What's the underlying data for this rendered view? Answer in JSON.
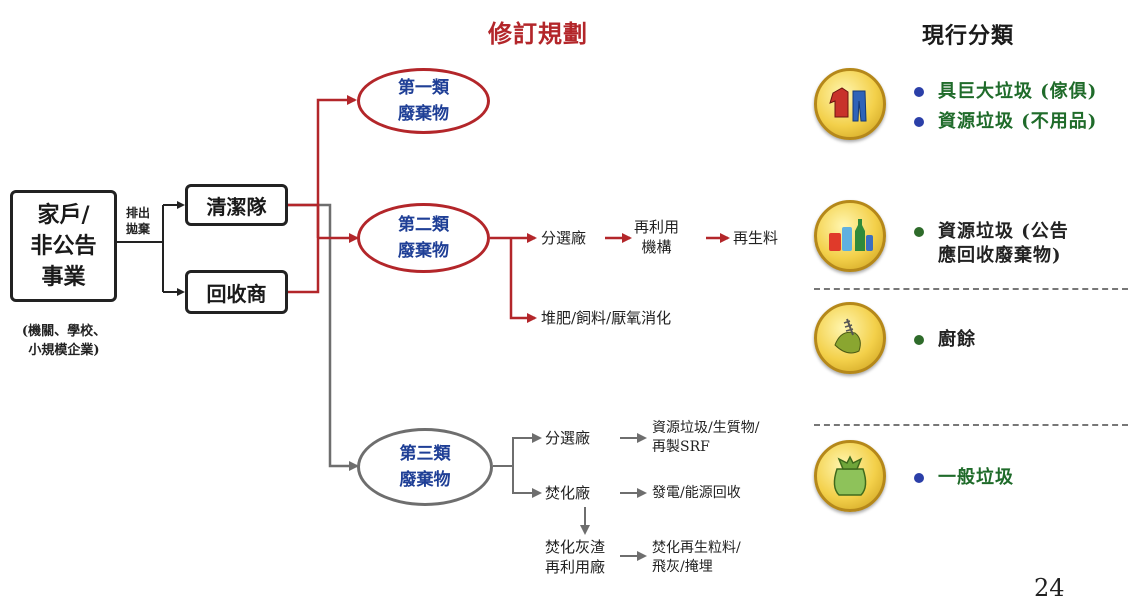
{
  "header": {
    "revised_title": "修訂規劃",
    "current_title": "現行分類"
  },
  "sources": {
    "household_line1": "家戶/",
    "household_line2": "非公告",
    "household_line3": "事業",
    "household_note1": "(機關、學校、",
    "household_note2": "小規模企業)",
    "discharge_line1": "排出",
    "discharge_line2": "拋棄",
    "cleaning_team": "清潔隊",
    "recycler": "回收商"
  },
  "categories": {
    "cat1_line1": "第一類",
    "cat1_line2": "廢棄物",
    "cat2_line1": "第二類",
    "cat2_line2": "廢棄物",
    "cat3_line1": "第三類",
    "cat3_line2": "廢棄物"
  },
  "flow2": {
    "sorting_plant": "分選廠",
    "reuse_line1": "再利用",
    "reuse_line2": "機構",
    "recycled_material": "再生料",
    "compost": "堆肥/飼料/厭氧消化"
  },
  "flow3": {
    "sorting_plant": "分選廠",
    "resource_line1": "資源垃圾/生質物/",
    "resource_line2": "再製SRF",
    "incinerator": "焚化廠",
    "power": "發電/能源回收",
    "ash_line1": "焚化灰渣",
    "ash_line2": "再利用廠",
    "ash_out_line1": "焚化再生粒料/",
    "ash_out_line2": "飛灰/掩埋"
  },
  "current": {
    "bulky": "具巨大垃圾 (傢俱)",
    "resource_unused": "資源垃圾 (不用品)",
    "resource_announced_line1": "資源垃圾 (公告",
    "resource_announced_line2": "應回收廢棄物)",
    "kitchen": "廚餘",
    "general": "一般垃圾"
  },
  "page_number": "24",
  "colors": {
    "red": "#b3262a",
    "dark_gray": "#6e6e6e",
    "blue_text": "#1f3f96",
    "green_text": "#1f6b2a",
    "bullet_blue": "#2b3fa8",
    "bullet_green": "#2e6b2a"
  }
}
